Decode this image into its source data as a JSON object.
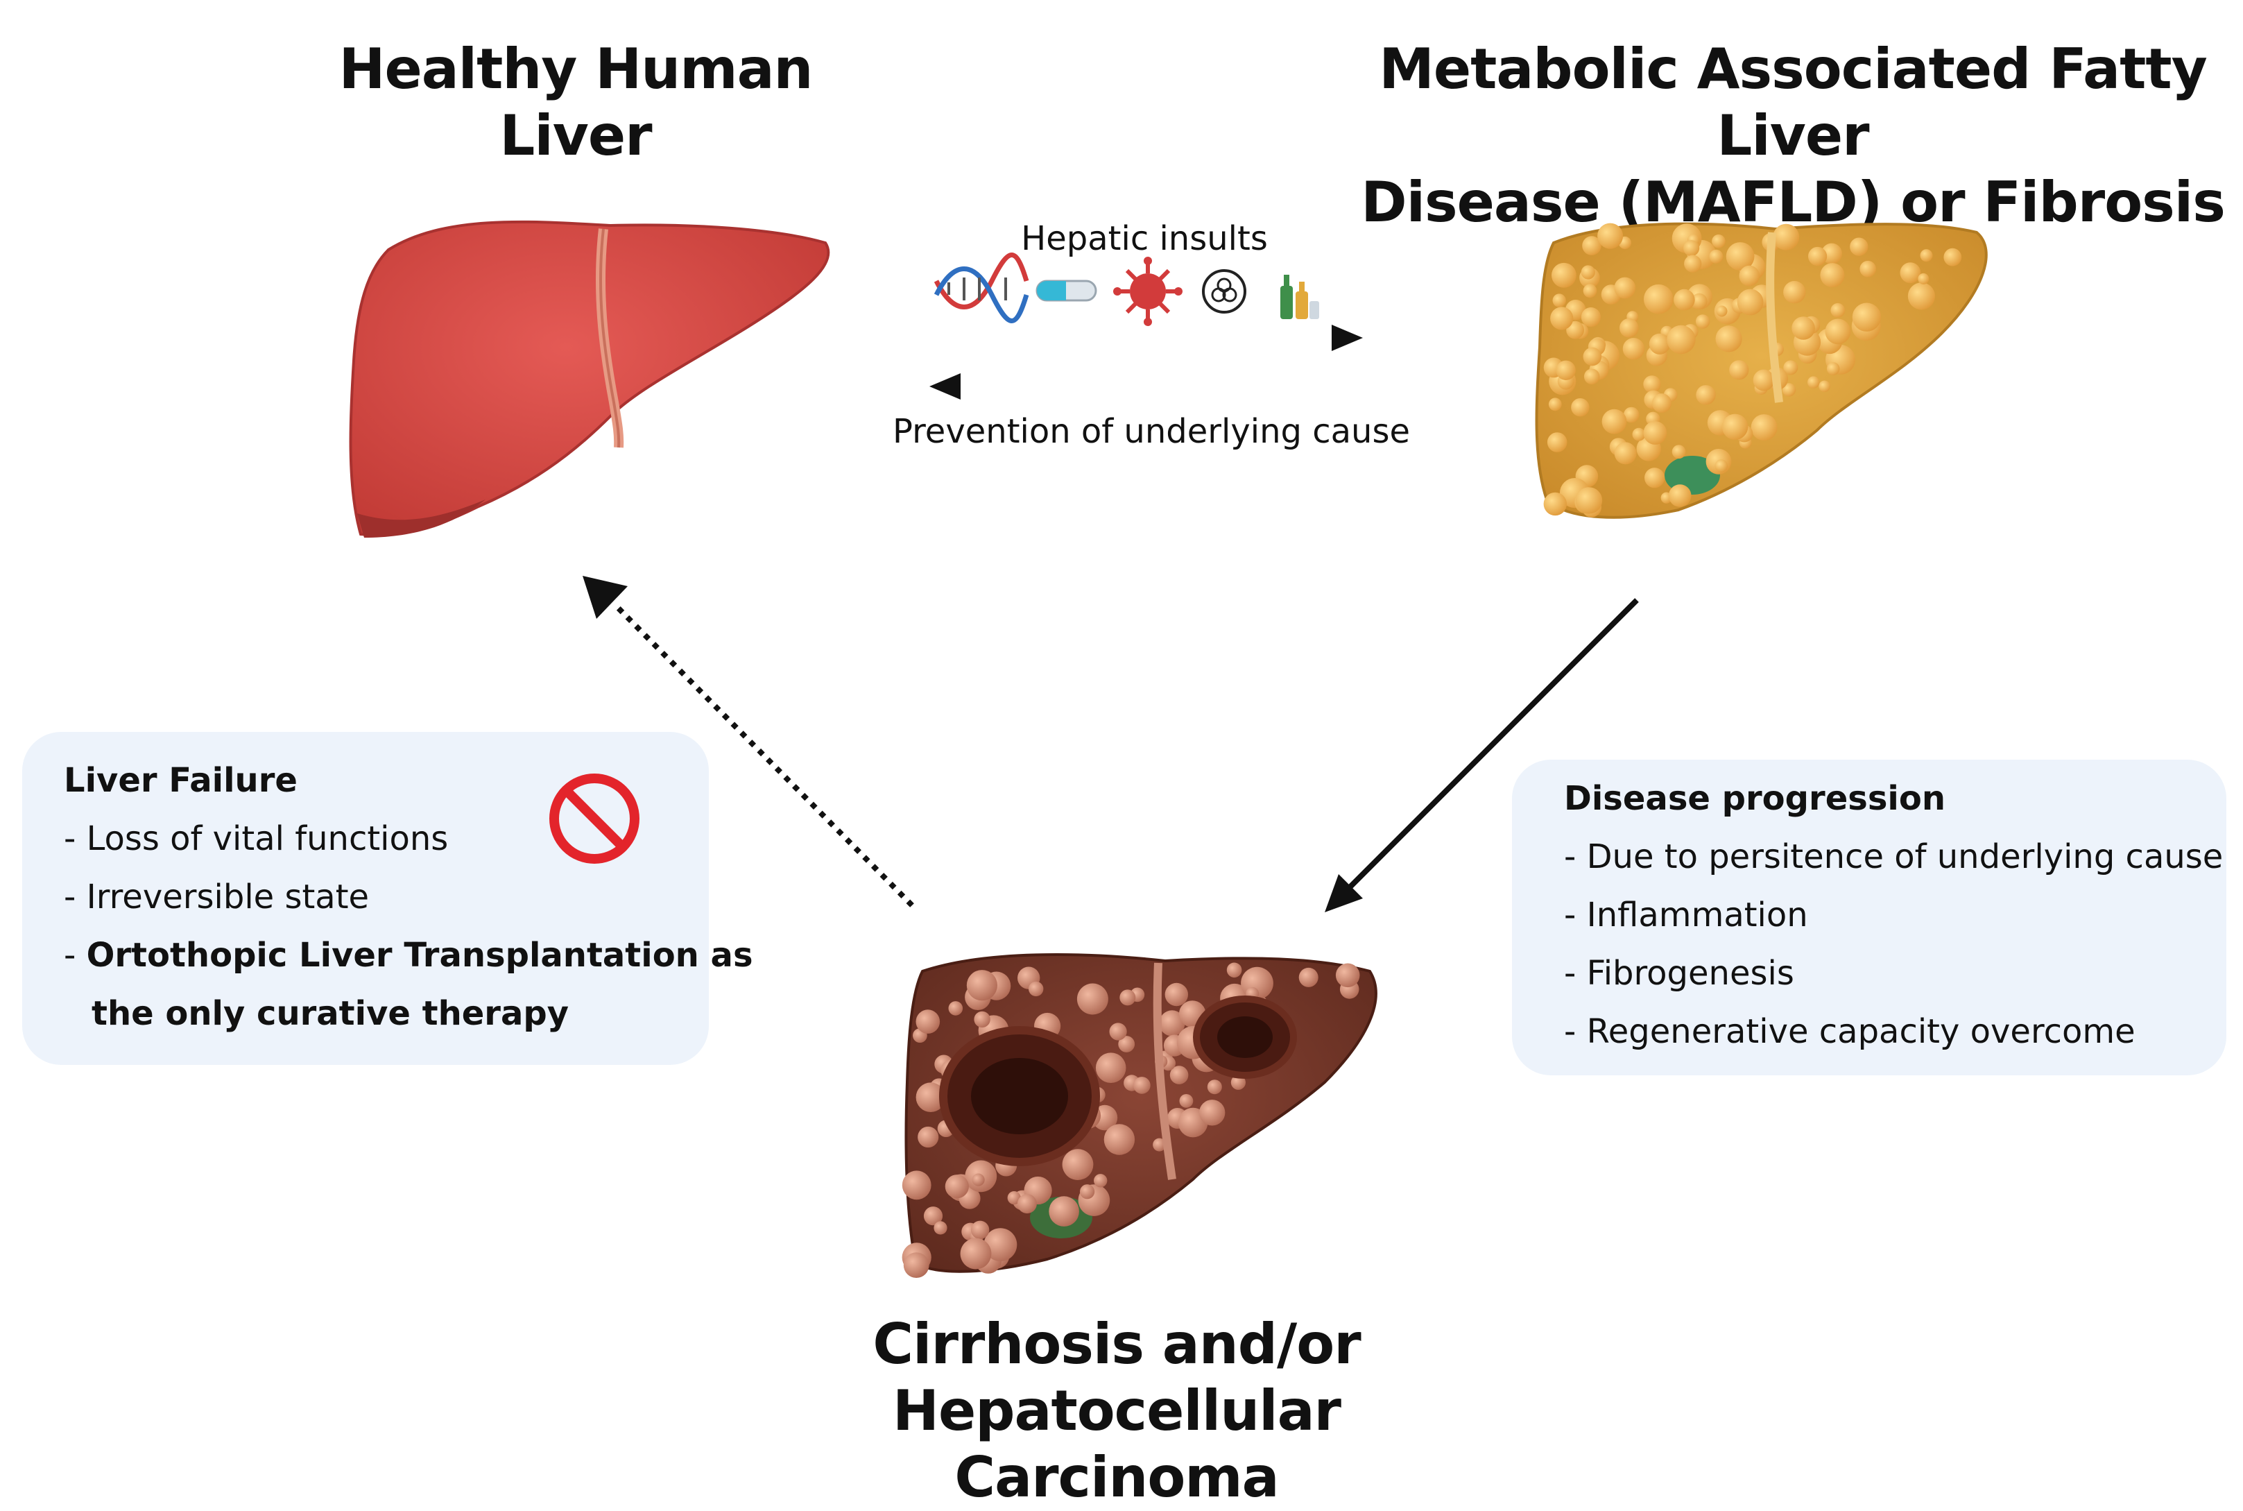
{
  "titles": {
    "healthy": "Healthy Human Liver",
    "mafld_line1": "Metabolic Associated Fatty Liver",
    "mafld_line2": "Disease (MAFLD) or Fibrosis",
    "cirrhosis_line1": "Cirrhosis and/or",
    "cirrhosis_line2": "Hepatocellular Carcinoma"
  },
  "arrows": {
    "forward_label": "Hepatic insults",
    "backward_label": "Prevention of underlying cause"
  },
  "insult_icons": [
    "dna-icon",
    "pill-icon",
    "virus-icon",
    "biohazard-icon",
    "alcohol-bottles-icon"
  ],
  "liver_failure": {
    "title": "Liver Failure",
    "items": [
      "- Loss of vital functions",
      "- Irreversible state"
    ],
    "bold_item_prefix": "- ",
    "bold_item_line1": "Ortothopic Liver Transplantation as",
    "bold_item_line2": "the only curative therapy",
    "icon": "prohibited-icon"
  },
  "disease_progression": {
    "title": "Disease progression",
    "items": [
      "- Due to persitence of underlying cause",
      "- Inflammation",
      "- Fibrogenesis",
      "- Regenerative capacity  overcome"
    ]
  },
  "colors": {
    "healthy_liver": "#d84545",
    "fatty_liver": "#d9a23a",
    "cirrhotic_liver": "#7a3a2a",
    "box_background": "#edf3fb",
    "prohibited": "#e3242b"
  }
}
